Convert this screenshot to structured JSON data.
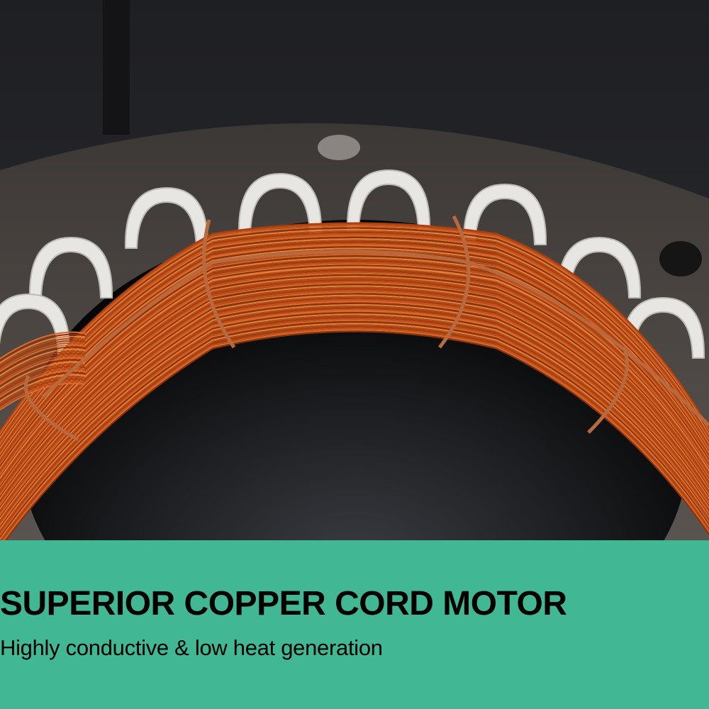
{
  "banner": {
    "title": "SUPERIOR COPPER CORD MOTOR",
    "subtitle": "Highly conductive & low heat generation",
    "background_color": "#41b794",
    "text_color": "#ffffff"
  },
  "photo": {
    "subject": "copper-coil-stator",
    "copper_color": "#c4521c"
  }
}
